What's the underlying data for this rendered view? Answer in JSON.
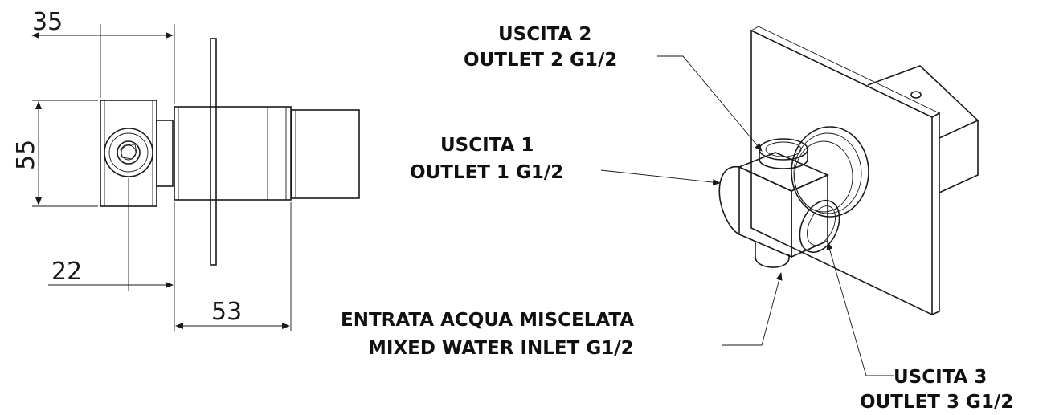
{
  "dimensions": {
    "top_width": "35",
    "height": "55",
    "center_offset": "22",
    "body_length": "53"
  },
  "callouts": {
    "outlet2_line1": "USCITA 2",
    "outlet2_line2": "OUTLET 2  G1/2",
    "outlet1_line1": "USCITA 1",
    "outlet1_line2": "OUTLET 1 G1/2",
    "inlet_line1": "ENTRATA ACQUA MISCELATA",
    "inlet_line2": "MIXED WATER INLET  G1/2",
    "outlet3_line1": "USCITA 3",
    "outlet3_line2": "OUTLET 3  G1/2"
  },
  "colors": {
    "line": "#1a1a1a",
    "background": "#ffffff"
  }
}
